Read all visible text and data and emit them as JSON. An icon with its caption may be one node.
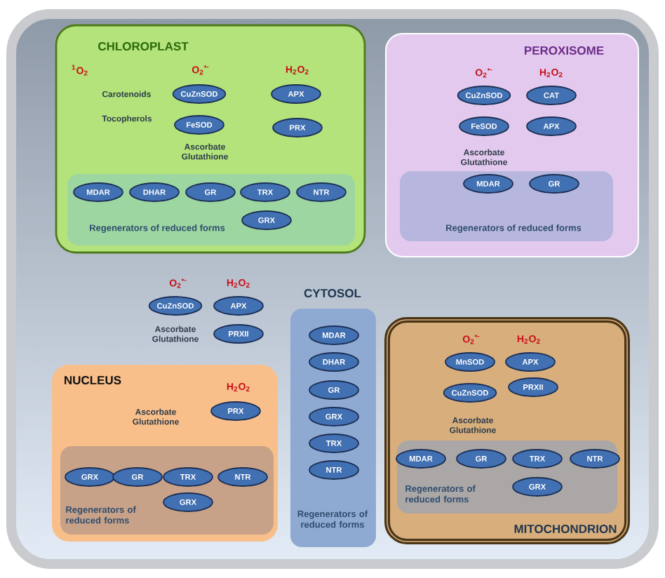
{
  "diagram": {
    "nodes": [
      {
        "text": [],
        "shape": "box"
      },
      {
        "text": [
          "CHLOROPLAST",
          "$^{1}$O$_{2}$",
          "O$_{2}$$^{•-}$",
          "H$_{2}$O$_{2}$",
          "Carotenoids",
          "Tocopherols",
          "Ascorbate Glutathione"
        ],
        "in": 0
      },
      {
        "text": [
          "CuZnSOD"
        ],
        "in": 1
      },
      {
        "text": [
          "APX"
        ],
        "in": 1
      },
      {
        "text": [
          "FeSOD"
        ],
        "in": 1
      },
      {
        "text": [
          "PRX"
        ],
        "in": 1
      },
      {
        "text": [
          "Regenerators of reduced forms"
        ],
        "in": 1
      },
      {
        "text": [
          "MDAR"
        ],
        "in": 6
      },
      {
        "text": [
          "DHAR"
        ],
        "in": 6
      },
      {
        "text": [
          "GR"
        ],
        "in": 6
      },
      {
        "text": [
          "TRX"
        ],
        "in": 6
      },
      {
        "text": [
          "NTR"
        ],
        "in": 6
      },
      {
        "text": [
          "GRX"
        ],
        "in": 6
      },
      {
        "text": [
          "PEROXISOME",
          "O$_{2}$$^{•-}$",
          "H$_{2}$O$_{2}$",
          "Ascorbate Glutathione"
        ],
        "in": 0
      },
      {
        "text": [
          "CuZnSOD"
        ],
        "in": 13
      },
      {
        "text": [
          "CAT"
        ],
        "in": 13
      },
      {
        "text": [
          "FeSOD"
        ],
        "in": 13
      },
      {
        "text": [
          "APX"
        ],
        "in": 13
      },
      {
        "text": [
          "Regenerators of reduced forms"
        ],
        "in": 13
      },
      {
        "text": [
          "MDAR"
        ],
        "in": 18
      },
      {
        "text": [
          "GR"
        ],
        "in": 18
      },
      {
        "text": [
          "CuZnSOD"
        ],
        "in": 0
      },
      {
        "text": [
          "APX"
        ],
        "in": 0
      },
      {
        "text": [
          "PRXII"
        ],
        "in": 0
      },
      {
        "text": [
          "CYTOSOL",
          "Regenerators of reduced forms"
        ],
        "in": 0
      },
      {
        "text": [
          "MDAR"
        ],
        "in": 24
      },
      {
        "text": [
          "DHAR"
        ],
        "in": 24
      },
      {
        "text": [
          "GR"
        ],
        "in": 24
      },
      {
        "text": [
          "GRX"
        ],
        "in": 24
      },
      {
        "text": [
          "TRX"
        ],
        "in": 24
      },
      {
        "text": [
          "NTR"
        ],
        "in": 24
      },
      {
        "text": [
          "NUCLEUS",
          "H$_{2}$O$_{2}$",
          "Ascorbate Glutathione"
        ],
        "in": 0
      },
      {
        "text": [
          "PRX"
        ],
        "in": 31
      },
      {
        "text": [
          "Regenerators of reduced forms"
        ],
        "in": 31
      },
      {
        "text": [
          "GRX"
        ],
        "in": 33
      },
      {
        "text": [
          "GR"
        ],
        "in": 33
      },
      {
        "text": [
          "TRX"
        ],
        "in": 33
      },
      {
        "text": [
          "NTR"
        ],
        "in": 33
      },
      {
        "text": [
          "GRX"
        ],
        "in": 33
      },
      {
        "text": [
          "O$_{2}$$^{•-}$",
          "H$_{2}$O$_{2}$",
          "Ascorbate Glutathione",
          "MITOCHONDRION"
        ],
        "in": 0
      },
      {
        "text": [
          "MnSOD"
        ],
        "in": 39
      },
      {
        "text": [
          "APX"
        ],
        "in": 39
      },
      {
        "text": [
          "CuZnSOD"
        ],
        "in": 39
      },
      {
        "text": [
          "PRXII"
        ],
        "in": 39
      },
      {
        "text": [
          "Regenerators of reduced forms"
        ],
        "in": 39
      },
      {
        "text": [
          "MDAR"
        ],
        "in": 44
      },
      {
        "text": [
          "GR"
        ],
        "in": 44
      },
      {
        "text": [
          "TRX"
        ],
        "in": 44
      },
      {
        "text": [
          "NTR"
        ],
        "in": 44
      },
      {
        "text": [
          "GRX"
        ],
        "in": 44
      }
    ],
    "labels": [
      "O$_{2}$$^{•-}$",
      "H$_{2}$O$_{2}$",
      "Ascorbate Glutathione"
    ]
  }
}
